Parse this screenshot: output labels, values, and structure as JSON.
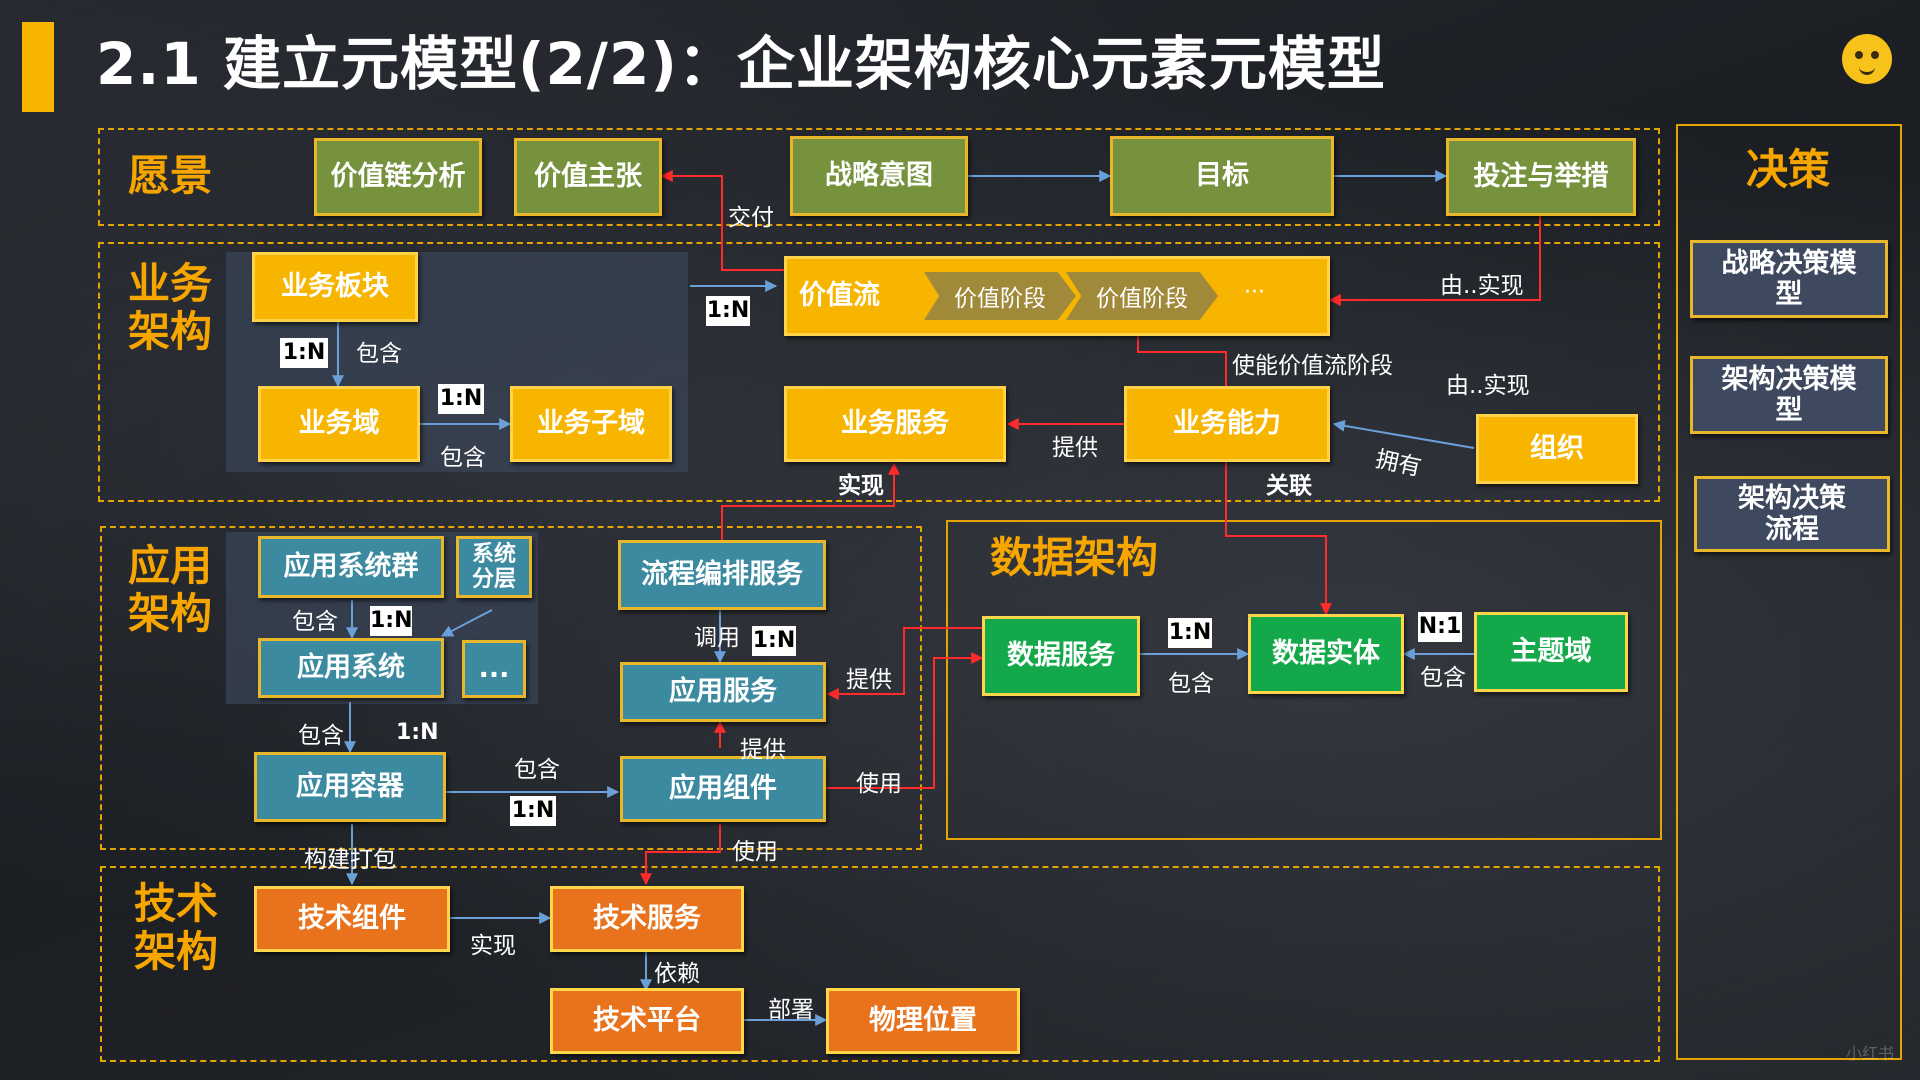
{
  "title": "2.1 建立元模型(2/2)：企业架构核心元素元模型",
  "watermark": "小红书",
  "colors": {
    "accent": "#f7b500",
    "vision_box": "#76923c",
    "business_box": "#f7b500",
    "app_box": "#3b8aa0",
    "data_box": "#13a84a",
    "tech_box": "#e8731c",
    "decision_box": "#3e4960",
    "relation_line": "#ff2a2a",
    "flow_line": "#6a9fd8"
  },
  "sections": {
    "vision": "愿景",
    "business": "业务\n架构",
    "application": "应用\n架构",
    "data": "数据架构",
    "technology": "技术\n架构",
    "decision": "决策"
  },
  "vision_row": {
    "value_chain": "价值链分析",
    "value_proposition": "价值主张",
    "strategy_map": "战略意图",
    "goal": "目标",
    "initiative": "投注与举措"
  },
  "business": {
    "business_segment": "业务板块",
    "business_domain": "业务域",
    "business_subdomain": "业务子域",
    "value_stream": "价值流",
    "value_stage_1": "价值阶段",
    "value_stage_2": "价值阶段",
    "value_stage_more": "···",
    "business_service": "业务服务",
    "business_capability": "业务能力",
    "organization": "组织"
  },
  "application": {
    "app_system_group": "应用系统群",
    "system_layer": "系统\n分层",
    "app_system": "应用系统",
    "more": "...",
    "app_container": "应用容器",
    "process_service": "流程编排服务",
    "app_service": "应用服务",
    "app_component": "应用组件"
  },
  "data": {
    "data_service": "数据服务",
    "data_entity": "数据实体",
    "subject_area": "主题域"
  },
  "technology": {
    "tech_component": "技术组件",
    "tech_service": "技术服务",
    "tech_platform": "技术平台",
    "physical_location": "物理位置"
  },
  "decision": {
    "strategy_model": "战略决策模\n型",
    "arch_model": "架构决策模\n型",
    "arch_process": "架构决策\n流程"
  },
  "relations": {
    "deliver": "交付",
    "realized_by_1": "由..实现",
    "realized_by_2": "由..实现",
    "enable_stage": "使能价值流阶段",
    "contain_1": "包含",
    "contain_2": "包含",
    "provide_1": "提供",
    "own": "拥有",
    "realize": "实现",
    "associate": "关联",
    "contain_app_1": "包含",
    "contain_app_2": "包含",
    "contain_app_3": "包含",
    "invoke": "调用",
    "provide_2": "提供",
    "provide_3": "提供",
    "use_1": "使用",
    "use_2": "使用",
    "build_package": "构建打包",
    "contain_data_1": "包含",
    "contain_data_2": "包含",
    "tech_realize": "实现",
    "depend": "依赖",
    "deploy": "部署"
  },
  "ratios": {
    "r_stream": "1:N",
    "r_segment": "1:N",
    "r_domain": "1:N",
    "r_app_group": "1:N",
    "r_invoke": "1:N",
    "r_container": "1:N",
    "r_component": "1:N",
    "r_data_service": "1:N",
    "r_subject": "N:1"
  }
}
